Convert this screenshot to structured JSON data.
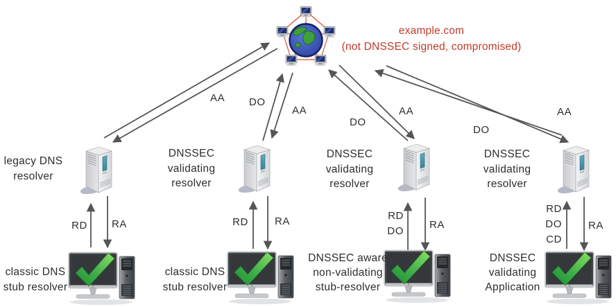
{
  "caption": {
    "line1": "example.com",
    "line2": "(not DNSSEC signed, compromised)"
  },
  "icons": {
    "internet": "globe-network-icon",
    "resolver": "server-tower-icon",
    "stub": "desktop-with-green-check-icon"
  },
  "resolvers": [
    {
      "lines": [
        "legacy DNS",
        "resolver"
      ]
    },
    {
      "lines": [
        "DNSSEC",
        "validating",
        "resolver"
      ]
    },
    {
      "lines": [
        "DNSSEC",
        "validating",
        "resolver"
      ]
    },
    {
      "lines": [
        "DNSSEC",
        "validating",
        "resolver"
      ]
    }
  ],
  "stubs": [
    {
      "lines": [
        "classic DNS",
        "stub resolver"
      ]
    },
    {
      "lines": [
        "classic DNS",
        "stub resolver"
      ]
    },
    {
      "lines": [
        "DNSSEC aware",
        "non-validating",
        "stub-resolver"
      ]
    },
    {
      "lines": [
        "DNSSEC",
        "validating",
        "Application"
      ]
    }
  ],
  "internet_arrows": [
    {
      "answer_label": "AA"
    },
    {
      "query_label": "DO",
      "answer_label": "AA"
    },
    {
      "query_label": "DO",
      "answer_label": "AA"
    },
    {
      "query_label": "DO",
      "answer_label": "AA"
    }
  ],
  "stub_arrows": [
    {
      "query_flags": [
        "RD"
      ],
      "answer_label": "RA"
    },
    {
      "query_flags": [
        "RD"
      ],
      "answer_label": "RA"
    },
    {
      "query_flags": [
        "RD",
        "DO"
      ],
      "answer_label": "RA"
    },
    {
      "query_flags": [
        "RD",
        "DO",
        "CD"
      ],
      "answer_label": "RA"
    }
  ],
  "colors": {
    "accent_red": "#c23a28",
    "arrow_gray": "#555555",
    "text_dark": "#2d2d2d",
    "check_green": "#3fae49",
    "teal_slot": "#4a90a4"
  }
}
